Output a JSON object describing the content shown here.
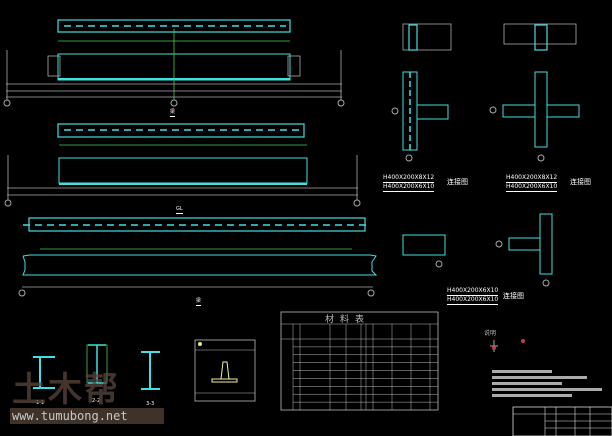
{
  "drawing": {
    "type": "steel beam structural drawing",
    "colors": {
      "background": "#000000",
      "member": "#40e0e0",
      "dimension": "#4cc94c",
      "annotation": "#c0c0c0",
      "text": "#ffffff",
      "weld": "#f5f0a0"
    }
  },
  "elevations": [
    {
      "id": "beam-elevation-1",
      "label": "梁"
    },
    {
      "id": "beam-elevation-2",
      "label": "GL"
    },
    {
      "id": "beam-elevation-3",
      "label": "梁"
    }
  ],
  "connection_details": [
    {
      "id": "connection-1",
      "section_top": "H400X200X8X12",
      "section_bottom": "H400X200X6X10",
      "title": "连接图"
    },
    {
      "id": "connection-2",
      "section_top": "H400X200X8X12",
      "section_bottom": "H400X200X6X10",
      "title": "连接图"
    },
    {
      "id": "connection-3",
      "section_top": "H400X200X6X10",
      "section_bottom": "H400X200X6X10",
      "title": "连接图"
    }
  ],
  "sections": [
    {
      "id": "section-1",
      "label": "1-1"
    },
    {
      "id": "section-2",
      "label": "2-2"
    },
    {
      "id": "section-3",
      "label": "3-3"
    }
  ],
  "material_table": {
    "title": "材料表",
    "row_count": 9
  },
  "notes": {
    "title": "说明"
  },
  "title_block": {
    "rows": 4
  },
  "watermark": {
    "logo": "土木帮",
    "url": "www.tumubong.net"
  }
}
